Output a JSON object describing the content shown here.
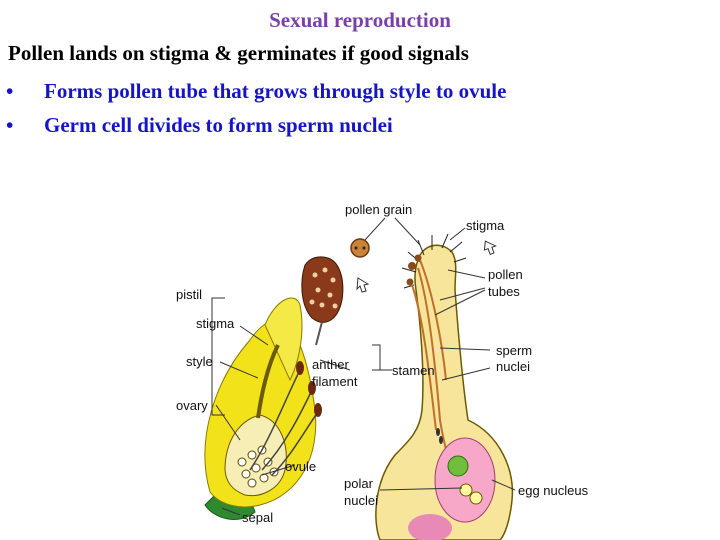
{
  "slide": {
    "title": "Sexual reproduction",
    "intro": "Pollen lands on stigma & germinates if good signals",
    "bullets": [
      {
        "marker": "•",
        "text": "Forms pollen tube that grows through style to ovule"
      },
      {
        "marker": "•",
        "text": "Germ cell divides to form sperm nuclei"
      }
    ]
  },
  "diagram": {
    "labels": {
      "pollen_grain": "pollen grain",
      "stigma_right": "stigma",
      "pollen_tubes_1": "pollen",
      "pollen_tubes_2": "tubes",
      "pistil": "pistil",
      "stigma_left": "stigma",
      "style": "style",
      "ovary": "ovary",
      "anther": "anther",
      "filament": "filament",
      "stamen": "stamen",
      "sperm_1": "sperm",
      "sperm_2": "nuclei",
      "ovule": "ovule",
      "sepal": "sepal",
      "polar_1": "polar",
      "polar_2": "nuclei",
      "egg_nucleus": "egg nucleus"
    },
    "colors": {
      "title": "#7b3fa8",
      "bullet_text": "#1515c7",
      "petal": "#f2e21a",
      "pistil": "#f6e59a",
      "anther": "#8a3a1a",
      "ovule_sac": "#f7a8c9",
      "egg_cell": "#6fbf3a"
    }
  }
}
